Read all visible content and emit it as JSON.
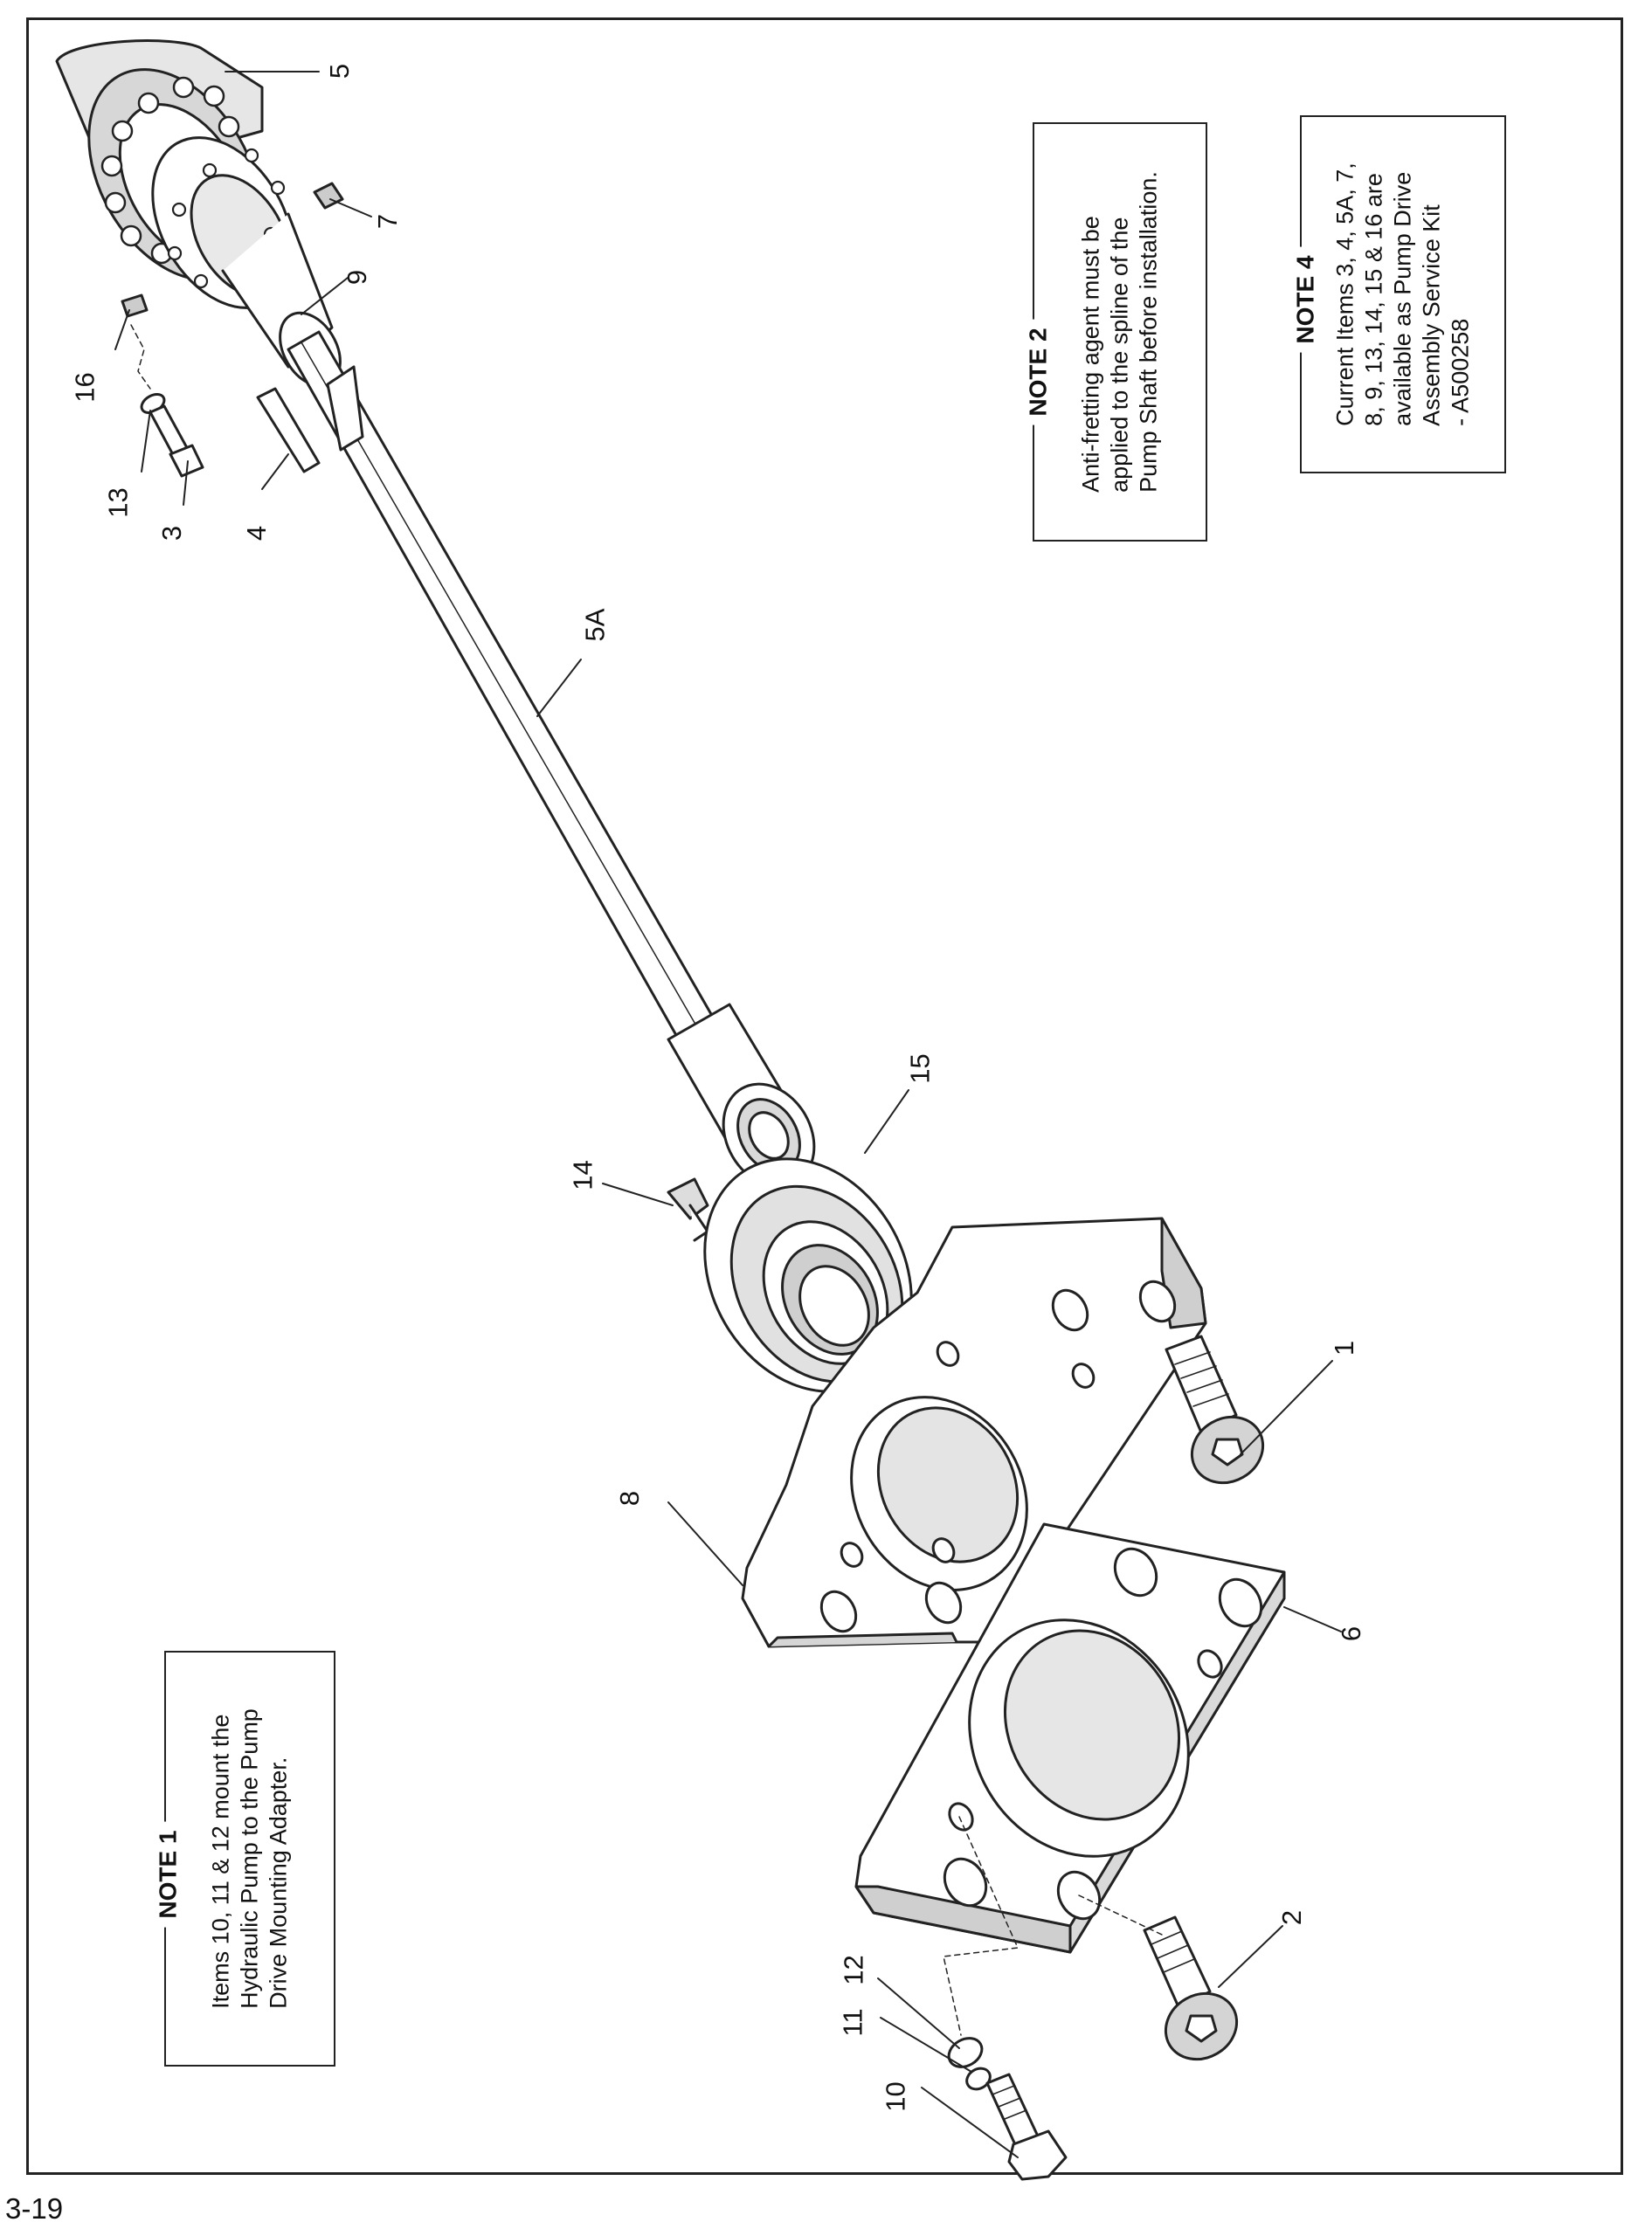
{
  "page": {
    "number": "3-19"
  },
  "notes": [
    {
      "id": "note1",
      "title": "NOTE 1",
      "lines": [
        "Items 10, 11 & 12 mount the",
        "Hydraulic Pump to the Pump",
        "Drive Mounting Adapter."
      ]
    },
    {
      "id": "note2",
      "title": "NOTE 2",
      "lines": [
        "Anti-fretting agent must be",
        "applied to the spline of the",
        "Pump Shaft before installation."
      ]
    },
    {
      "id": "note4",
      "title": "NOTE 4",
      "lines": [
        "Current Items 3, 4, 5A, 7,",
        "8, 9, 13, 14, 15 & 16 are",
        "available as Pump Drive",
        "Assembly Service Kit",
        "- A500258"
      ]
    }
  ],
  "callouts": {
    "c1": "1",
    "c2": "2",
    "c3": "3",
    "c4": "4",
    "c5": "5",
    "c5A": "5A",
    "c6": "6",
    "c7": "7",
    "c8": "8",
    "c9": "9",
    "c10": "10",
    "c11": "11",
    "c12": "12",
    "c13": "13",
    "c14": "14",
    "c15": "15",
    "c16": "16"
  },
  "colors": {
    "line": "#222222",
    "part_fill": "#ffffff",
    "shade": "#cfcfcf",
    "dark": "#8a8a8a"
  }
}
